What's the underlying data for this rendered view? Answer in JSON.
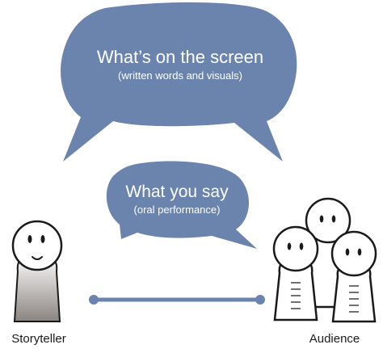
{
  "colors": {
    "bubble_fill": "#6b84ae",
    "outline": "#1a1a1a",
    "connector": "#6b84ae",
    "figure_fill": "#ffffff",
    "storyteller_shade": "#8a8480"
  },
  "big_bubble": {
    "title": "What’s on the screen",
    "subtitle": "(written words and visuals)"
  },
  "small_bubble": {
    "title": "What you say",
    "subtitle": "(oral performance)"
  },
  "labels": {
    "storyteller": "Storyteller",
    "audience": "Audience"
  }
}
